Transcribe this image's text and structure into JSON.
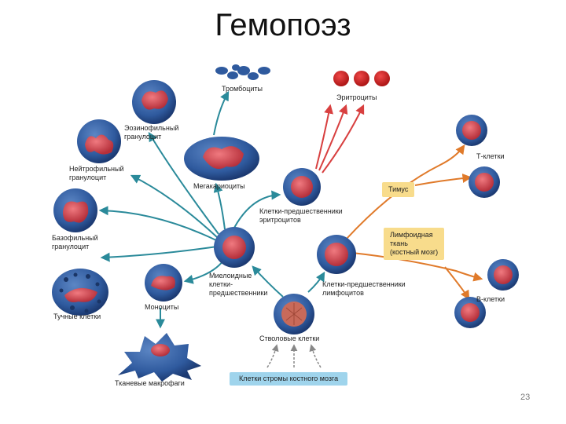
{
  "title": "Гемопоэз",
  "labels": {
    "platelets": "Тромбоциты",
    "erythrocytes": "Эритроциты",
    "eosinophil": "Эозинофильный\nгранулоцит",
    "neutrophil": "Нейтрофильный\nгранулоцит",
    "megakaryocytes": "Мегакариоциты",
    "erythro_precursors": "Клетки-предшественники\nэритроцитов",
    "basophil": "Базофильный\nгранулоцит",
    "myeloid_precursors": "Миелоидные\nклетки-\nпредшественники",
    "mast_cells": "Тучные клетки",
    "monocytes": "Моноциты",
    "lymph_precursors": "Клетки-предшественники\nлимфоцитов",
    "stem_cells": "Стволовые клетки",
    "tissue_macrophages": "Тканевые макрофаги",
    "t_cells": "Т-клетки",
    "b_cells": "В-клетки",
    "thymus": "Тимус",
    "lymphoid_tissue": "Лимфоидная\nткань\n(костный мозг)",
    "stroma": "Клетки стромы костного мозга"
  },
  "page_number": "23",
  "colors": {
    "cell_blue": "#2f5a9e",
    "nucleus_red": "#c8404a",
    "erythrocyte_red": "#d42a2a",
    "arrow_teal": "#2a8a9a",
    "arrow_orange": "#e07a2a",
    "arrow_red": "#d84040",
    "box_yellow": "#f8dc8c",
    "box_blue": "#9fd4ec"
  }
}
